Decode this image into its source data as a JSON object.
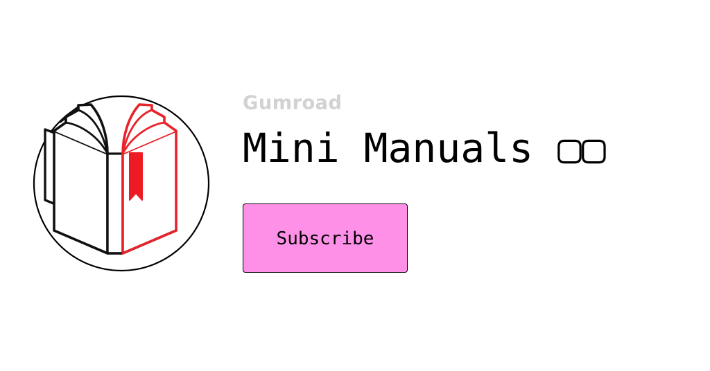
{
  "page": {
    "background_color": "#ffffff"
  },
  "avatar": {
    "icon_name": "open-book-avatar",
    "alt": "Open book illustration in a circle",
    "circle_stroke_color": "#000000",
    "left_page_color": "#111111",
    "right_page_color": "#e8232a",
    "bookmark_color": "#ee1b24"
  },
  "brand": {
    "logo_name": "gumroad-logo",
    "wordmark": "Gumroad",
    "color": "#d2d2d2"
  },
  "header": {
    "title_text": "Mini Manuals ",
    "title_glyphs": "▢▢",
    "title_full": "Mini Manuals"
  },
  "actions": {
    "subscribe_label": "Subscribe",
    "subscribe_bg": "#ff90e8",
    "subscribe_text_color": "#000000",
    "subscribe_border_color": "#000000"
  }
}
